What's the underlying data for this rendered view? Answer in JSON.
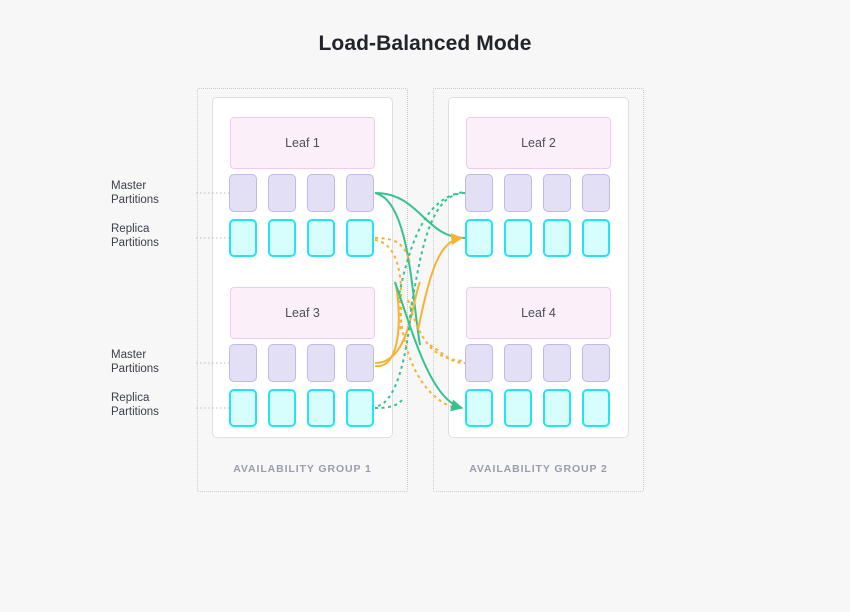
{
  "title": "Load-Balanced Mode",
  "colors": {
    "background": "#f7f7f8",
    "title": "#22242a",
    "leaf_fill": "#fbeffa",
    "leaf_border": "#f2cbec",
    "master_fill": "#e3dff4",
    "master_border": "#c2b8e6",
    "replica_fill": "#d7fdfd",
    "replica_border": "#22e4f2",
    "wire_green": "#36c28d",
    "wire_orange": "#f5b335",
    "group_border": "#c9cace",
    "group_label": "#9b9cae",
    "leader_line": "#b8b9bf"
  },
  "groups": [
    {
      "id": "availability-group-1",
      "label": "AVAILABILITY GROUP 1",
      "leaves": [
        {
          "name": "Leaf 1",
          "master_label_line1": "Master",
          "master_label_line2": "Partitions",
          "replica_label_line1": "Replica",
          "replica_label_line2": "Partitions",
          "master_count": 4,
          "replica_count": 4
        },
        {
          "name": "Leaf 3",
          "master_label_line1": "Master",
          "master_label_line2": "Partitions",
          "replica_label_line1": "Replica",
          "replica_label_line2": "Partitions",
          "master_count": 4,
          "replica_count": 4
        }
      ]
    },
    {
      "id": "availability-group-2",
      "label": "AVAILABILITY GROUP 2",
      "leaves": [
        {
          "name": "Leaf 2",
          "master_count": 4,
          "replica_count": 4
        },
        {
          "name": "Leaf 4",
          "master_count": 4,
          "replica_count": 4
        }
      ]
    }
  ]
}
